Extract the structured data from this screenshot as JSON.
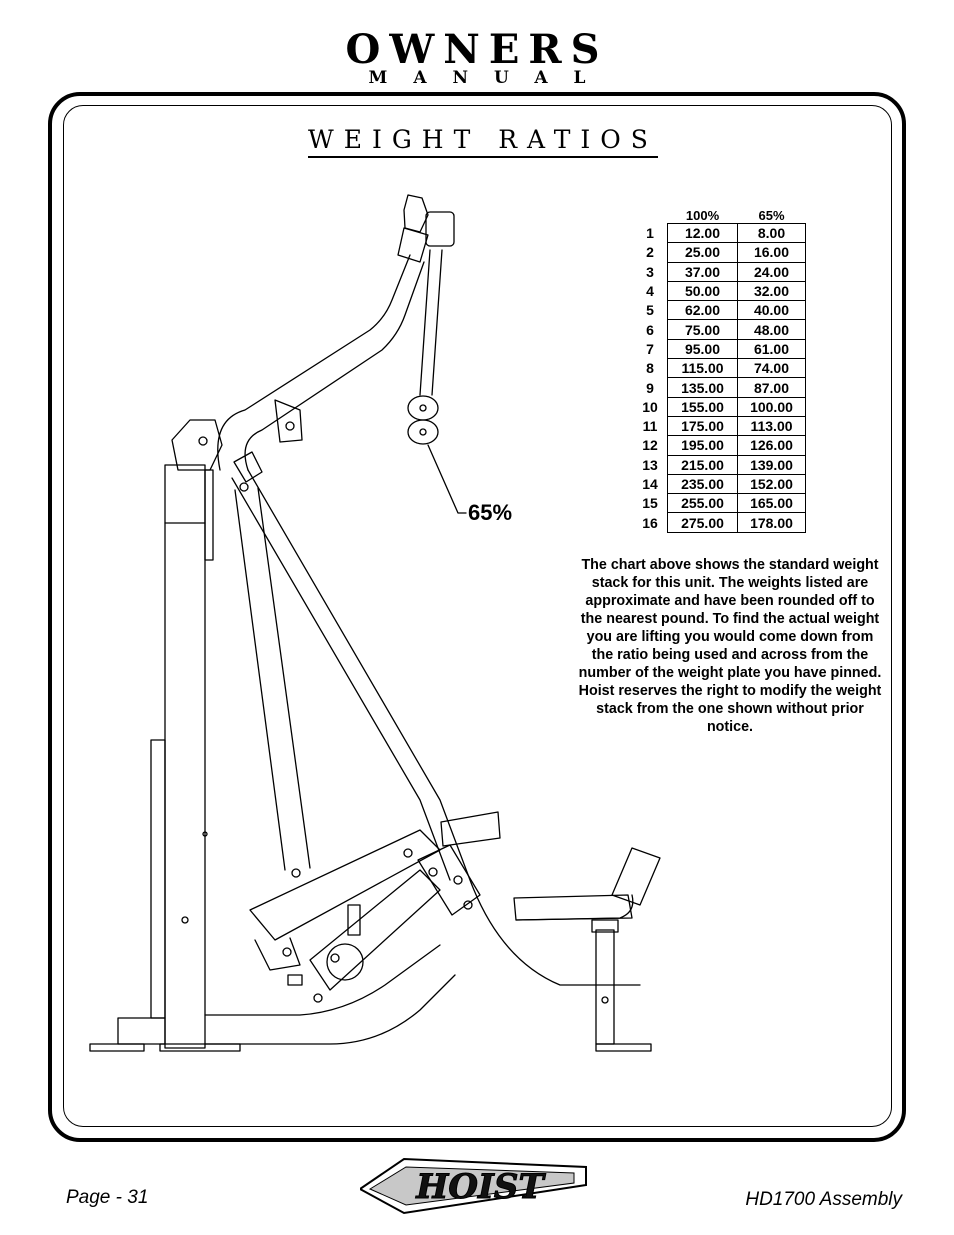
{
  "header": {
    "title": "OWNERS",
    "subtitle": "MANUAL"
  },
  "section": {
    "title": "WEIGHT RATIOS"
  },
  "table": {
    "columns": [
      "100%",
      "65%"
    ],
    "rows": [
      {
        "plate": "1",
        "full": "12.00",
        "ratio": "8.00"
      },
      {
        "plate": "2",
        "full": "25.00",
        "ratio": "16.00"
      },
      {
        "plate": "3",
        "full": "37.00",
        "ratio": "24.00"
      },
      {
        "plate": "4",
        "full": "50.00",
        "ratio": "32.00"
      },
      {
        "plate": "5",
        "full": "62.00",
        "ratio": "40.00"
      },
      {
        "plate": "6",
        "full": "75.00",
        "ratio": "48.00"
      },
      {
        "plate": "7",
        "full": "95.00",
        "ratio": "61.00"
      },
      {
        "plate": "8",
        "full": "115.00",
        "ratio": "74.00"
      },
      {
        "plate": "9",
        "full": "135.00",
        "ratio": "87.00"
      },
      {
        "plate": "10",
        "full": "155.00",
        "ratio": "100.00"
      },
      {
        "plate": "11",
        "full": "175.00",
        "ratio": "113.00"
      },
      {
        "plate": "12",
        "full": "195.00",
        "ratio": "126.00"
      },
      {
        "plate": "13",
        "full": "215.00",
        "ratio": "139.00"
      },
      {
        "plate": "14",
        "full": "235.00",
        "ratio": "152.00"
      },
      {
        "plate": "15",
        "full": "255.00",
        "ratio": "165.00"
      },
      {
        "plate": "16",
        "full": "275.00",
        "ratio": "178.00"
      }
    ]
  },
  "note": "The chart above shows the standard weight stack for this unit. The weights listed are approximate and have been rounded off to the nearest pound.  To find the actual weight you are lifting you would come down from the ratio being used and across from the number of the weight plate you have pinned.  Hoist reserves the right to modify the weight stack from the one shown without prior notice.",
  "diagram": {
    "callout": "65%"
  },
  "footer": {
    "page": "Page - 31",
    "brand": "HOIST",
    "doc": "HD1700 Assembly"
  }
}
